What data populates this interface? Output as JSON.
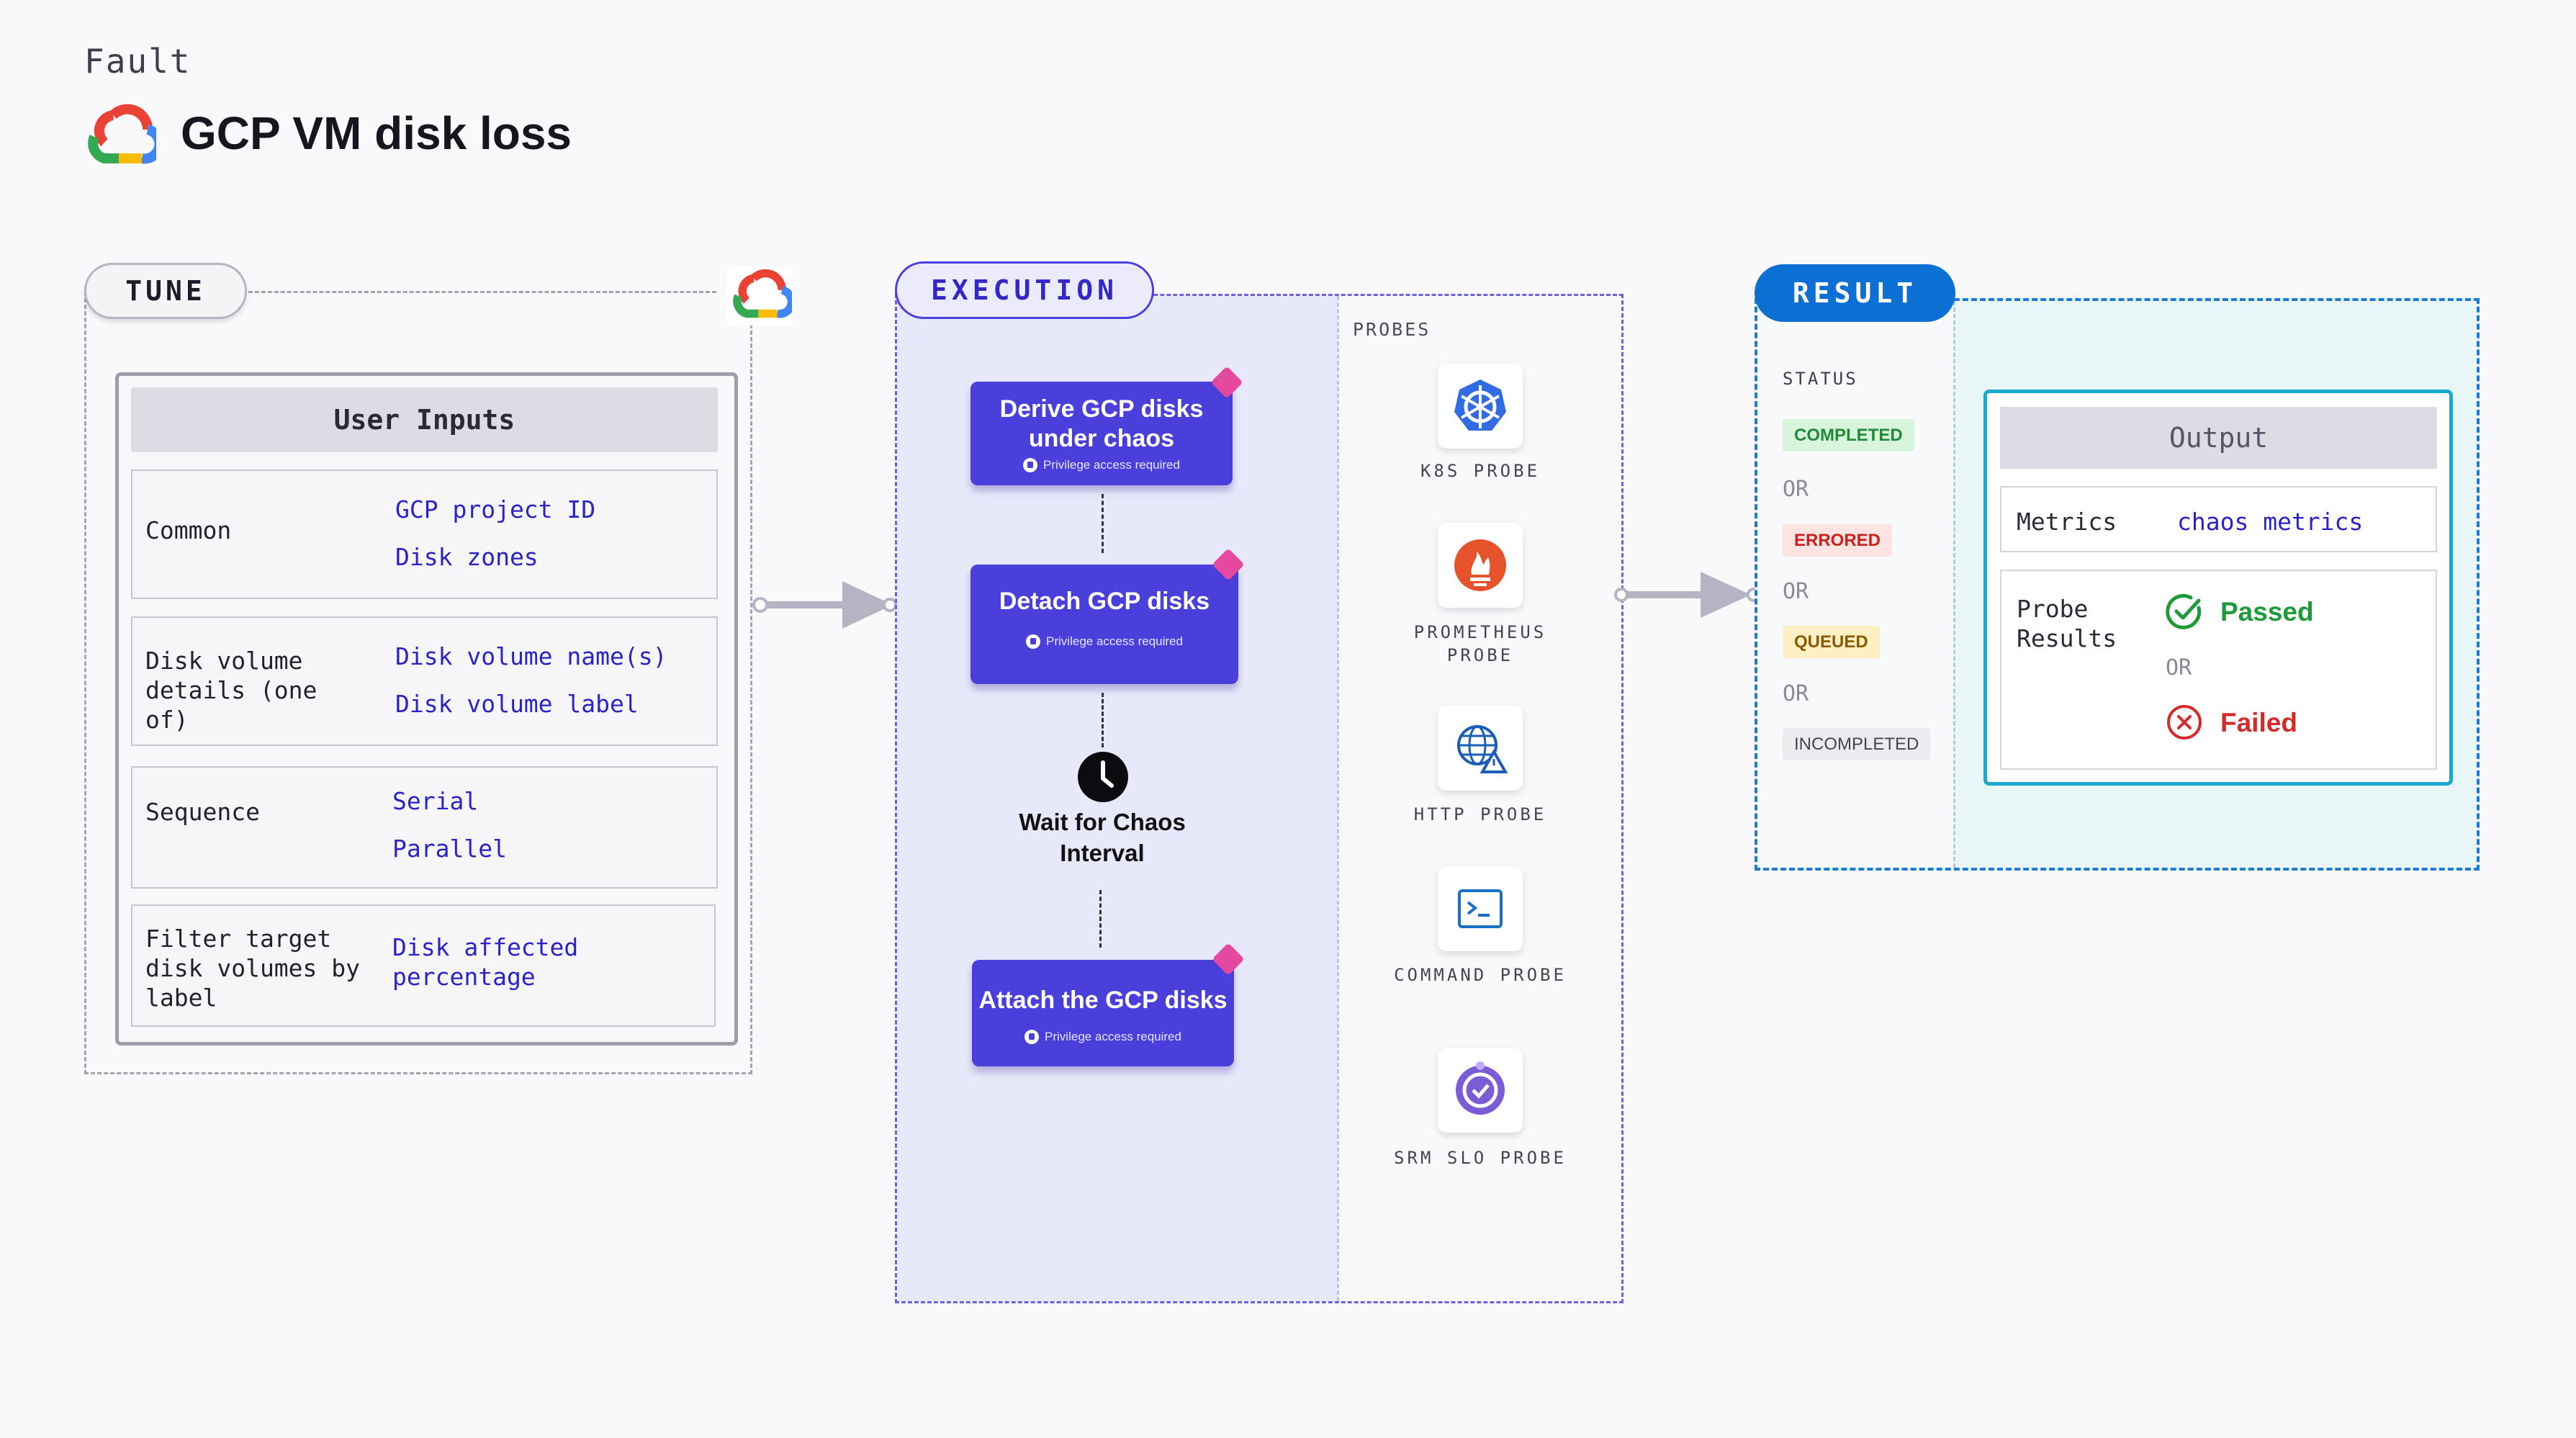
{
  "header": {
    "section": "Fault",
    "title": "GCP VM disk loss",
    "logo_icon": "google-cloud-logo-icon"
  },
  "tune": {
    "label": "TUNE",
    "user_inputs": {
      "title": "User Inputs",
      "rows": [
        {
          "label": "Common",
          "values": [
            "GCP project ID",
            "Disk zones"
          ]
        },
        {
          "label": "Disk volume details (one of)",
          "values": [
            "Disk volume name(s)",
            "Disk volume label"
          ]
        },
        {
          "label": "Sequence",
          "values": [
            "Serial",
            "Parallel"
          ]
        },
        {
          "label": "Filter target disk volumes by label",
          "values": [
            "Disk affected percentage"
          ]
        }
      ]
    }
  },
  "execution": {
    "label": "EXECUTION",
    "steps": [
      {
        "title": "Derive GCP disks under chaos",
        "note": "Privilege access required"
      },
      {
        "title": "Detach GCP disks",
        "note": "Privilege access required"
      },
      {
        "title": "Wait for Chaos Interval",
        "icon": "clock-icon"
      },
      {
        "title": "Attach the GCP disks",
        "note": "Privilege access required"
      }
    ],
    "probes_label": "PROBES",
    "probes": [
      {
        "label": "K8S PROBE",
        "icon": "kubernetes-icon"
      },
      {
        "label": "PROMETHEUS PROBE",
        "icon": "prometheus-icon"
      },
      {
        "label": "HTTP PROBE",
        "icon": "globe-warning-icon"
      },
      {
        "label": "COMMAND PROBE",
        "icon": "terminal-icon"
      },
      {
        "label": "SRM SLO PROBE",
        "icon": "slo-gauge-icon"
      }
    ]
  },
  "result": {
    "label": "RESULT",
    "status_label": "STATUS",
    "statuses": [
      {
        "text": "COMPLETED",
        "color": "#1f8a37",
        "bg": "#d8f4dc"
      },
      {
        "text": "ERRORED",
        "color": "#c8221f",
        "bg": "#fde3e1"
      },
      {
        "text": "QUEUED",
        "color": "#8a5a00",
        "bg": "#fdf0c4"
      },
      {
        "text": "INCOMPLETED",
        "color": "#45454f",
        "bg": "#ececf0"
      }
    ],
    "or": "OR",
    "output": {
      "title": "Output",
      "metrics_label": "Metrics",
      "metrics_value": "chaos metrics",
      "probe_results_label": "Probe Results",
      "passed": "Passed",
      "failed": "Failed",
      "or": "OR"
    }
  },
  "colors": {
    "accent": "#4a3fdb",
    "result_blue": "#0c6fd4",
    "output_border": "#1aaacd",
    "passed": "#1f9a3a",
    "failed": "#d42a2a"
  }
}
